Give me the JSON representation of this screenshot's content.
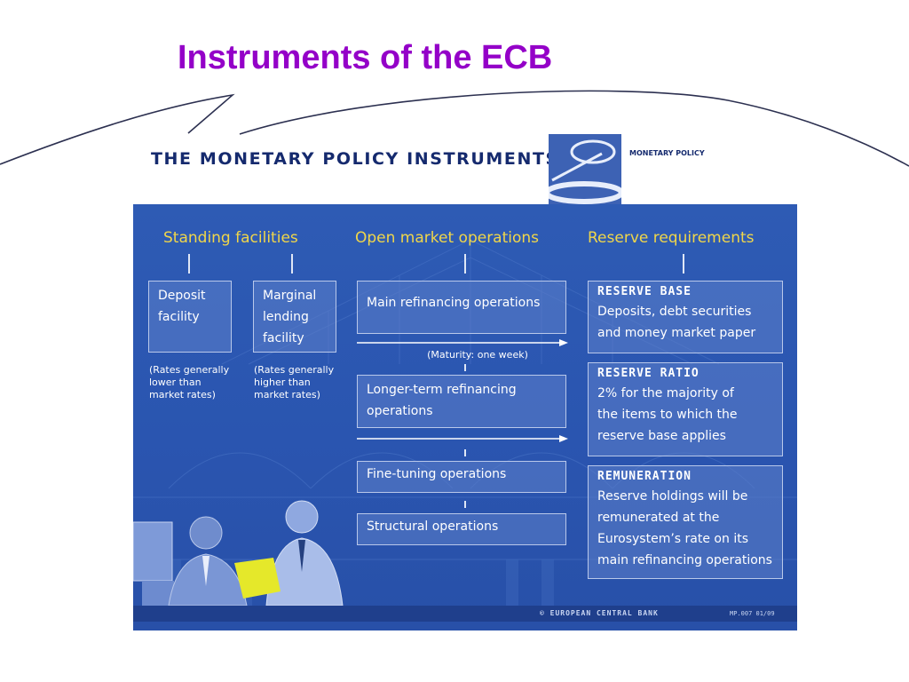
{
  "slide": {
    "title": "Instruments of the ECB"
  },
  "poster": {
    "title": "THE MONETARY POLICY INSTRUMENTS",
    "logo_label": "MONETARY POLICY"
  },
  "standing_facilities": {
    "heading": "Standing facilities",
    "deposit": {
      "lines": [
        "Deposit",
        "facility"
      ],
      "note": [
        "(Rates generally",
        "lower than",
        "market rates)"
      ]
    },
    "marginal": {
      "lines": [
        "Marginal",
        "lending",
        "facility"
      ],
      "note": [
        "(Rates generally",
        "higher than",
        "market rates)"
      ]
    }
  },
  "open_market": {
    "heading": "Open market operations",
    "main": "Main refinancing operations",
    "maturity": "(Maturity: one week)",
    "longer": [
      "Longer-term refinancing",
      "operations"
    ],
    "fine": "Fine-tuning operations",
    "structural": "Structural operations"
  },
  "reserve": {
    "heading": "Reserve requirements",
    "base": {
      "title": "RESERVE BASE",
      "lines": [
        "Deposits, debt securities",
        "and money market paper"
      ]
    },
    "ratio": {
      "title": "RESERVE RATIO",
      "lines": [
        "2% for the majority of",
        "the items to which the",
        "reserve base applies"
      ]
    },
    "remuneration": {
      "title": "REMUNERATION",
      "lines": [
        "Reserve holdings will be",
        "remunerated at the",
        "Eurosystem’s rate on its",
        "main refinancing operations"
      ]
    }
  },
  "footer": {
    "copyright": "© EUROPEAN CENTRAL BANK",
    "code": "MP.007 01/09"
  },
  "colors": {
    "title": "#9400c8",
    "panel": "#2e5bb4",
    "heading": "#f0d64a",
    "navy": "#152a6e"
  },
  "icons": [
    "monetary-policy-logo",
    "arrow-right-icon"
  ]
}
